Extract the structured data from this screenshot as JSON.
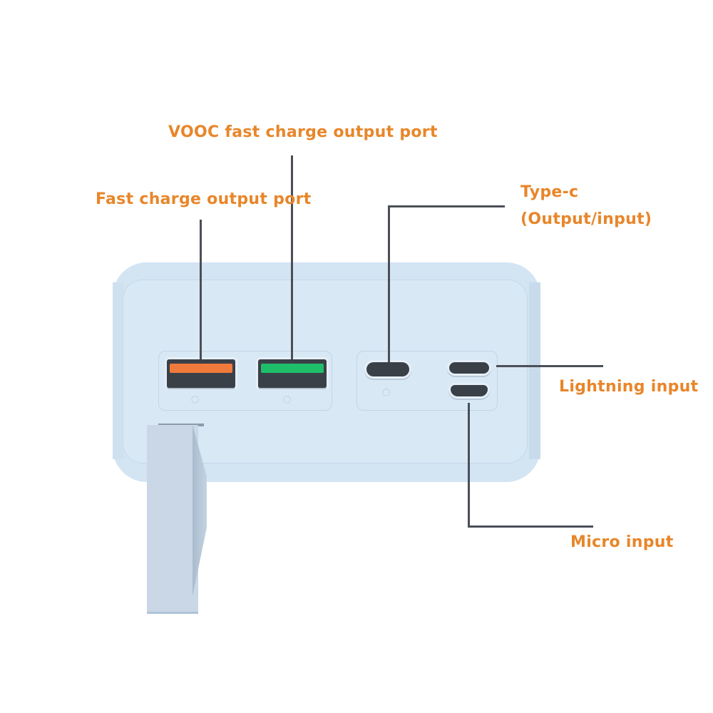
{
  "diagram": {
    "subject": "power-bank port layout",
    "accent_color": "#e8862a",
    "leader_line_color": "#4a4f57",
    "body_color": "#d9e8f5"
  },
  "labels": {
    "vooc": "VOOC fast charge output port",
    "fast_charge": "Fast charge output port",
    "type_c_line1": "Type-c",
    "type_c_line2": "(Output/input)",
    "lightning": "Lightning input",
    "micro": "Micro input"
  },
  "ports": [
    {
      "name": "Fast charge USB-A",
      "tongue_color": "#f07a3c"
    },
    {
      "name": "VOOC USB-A",
      "tongue_color": "#1fbf6a"
    },
    {
      "name": "Type-C"
    },
    {
      "name": "Lightning"
    },
    {
      "name": "Micro USB"
    }
  ]
}
